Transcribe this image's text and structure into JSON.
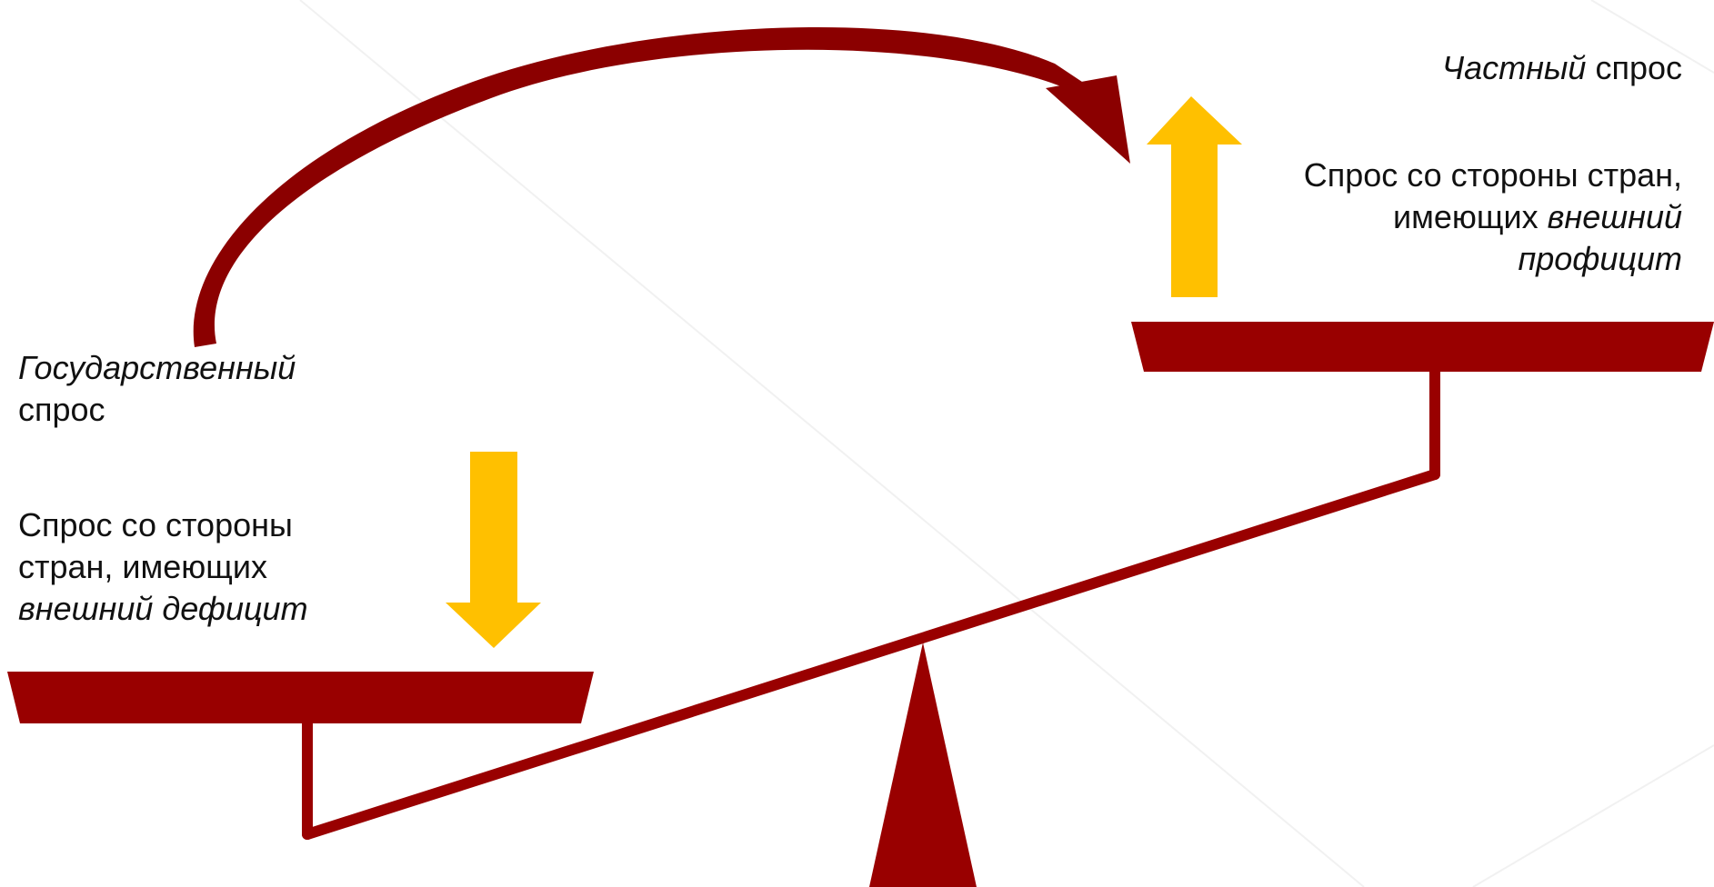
{
  "colors": {
    "scale": "#990000",
    "arc": "#8b0000",
    "arrow": "#ffc000",
    "text": "#111111"
  },
  "labels": {
    "private_demand": {
      "italic": "Частный",
      "rest": " спрос"
    },
    "surplus_demand": {
      "line1": "Спрос со стороны стран,",
      "line2_plain": "имеющих ",
      "line2_italic": "внешний",
      "line3_italic": "профицит"
    },
    "government_demand": {
      "line1_italic": "Государственный",
      "line2": "спрос"
    },
    "deficit_demand": {
      "line1": "Спрос со стороны",
      "line2": "стран, имеющих",
      "line3_italic": "внешний дефицит"
    }
  },
  "icons": {
    "up_arrow": "arrow-up-icon",
    "down_arrow": "arrow-down-icon",
    "curved_arrow": "curved-arrow-icon"
  }
}
